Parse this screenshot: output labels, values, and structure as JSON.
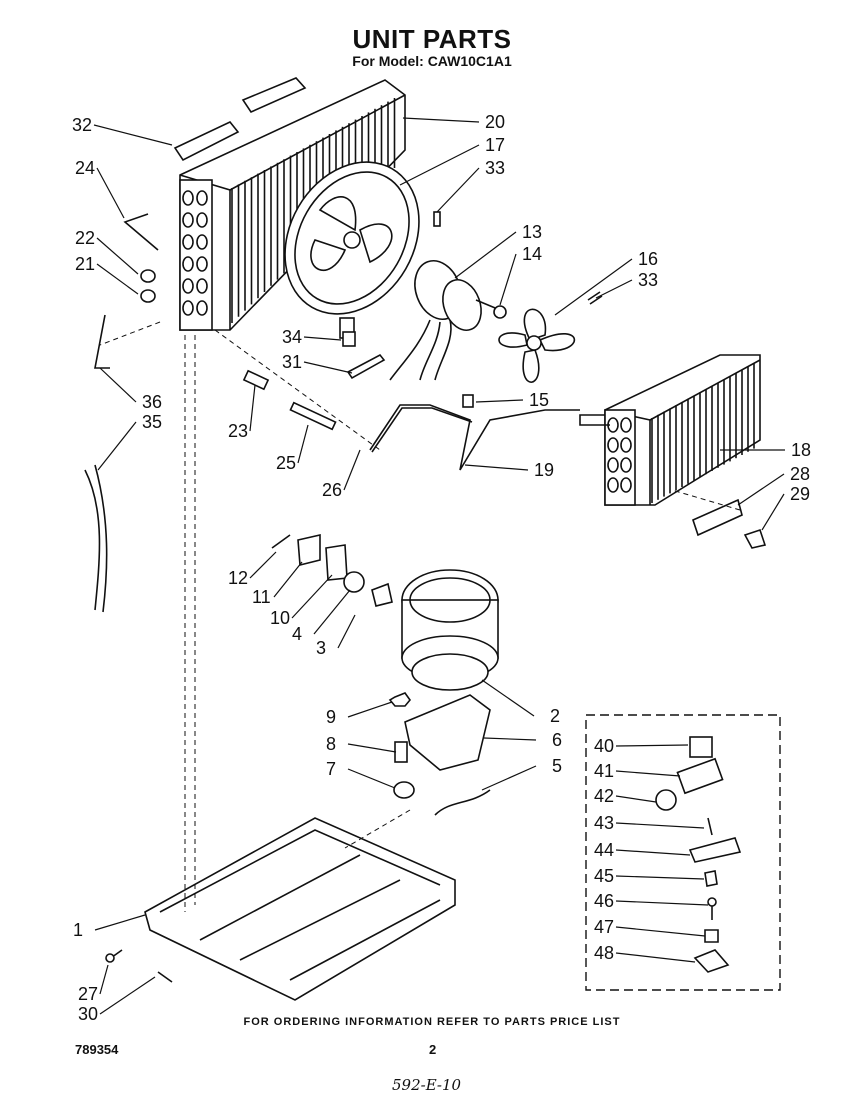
{
  "header": {
    "title": "UNIT PARTS",
    "model_line": "For Model: CAW10C1A1"
  },
  "callouts": [
    "1",
    "2",
    "3",
    "4",
    "5",
    "6",
    "7",
    "8",
    "9",
    "10",
    "11",
    "12",
    "13",
    "14",
    "15",
    "16",
    "17",
    "18",
    "19",
    "20",
    "21",
    "22",
    "23",
    "24",
    "25",
    "26",
    "27",
    "28",
    "29",
    "30",
    "31",
    "32",
    "33",
    "33",
    "34",
    "35",
    "36",
    "40",
    "41",
    "42",
    "43",
    "44",
    "45",
    "46",
    "47",
    "48"
  ],
  "footer": {
    "ordering_note": "FOR ORDERING INFORMATION REFER TO PARTS PRICE LIST",
    "doc_number": "789354",
    "page_number": "2",
    "handwritten_code": "592-E-10"
  }
}
